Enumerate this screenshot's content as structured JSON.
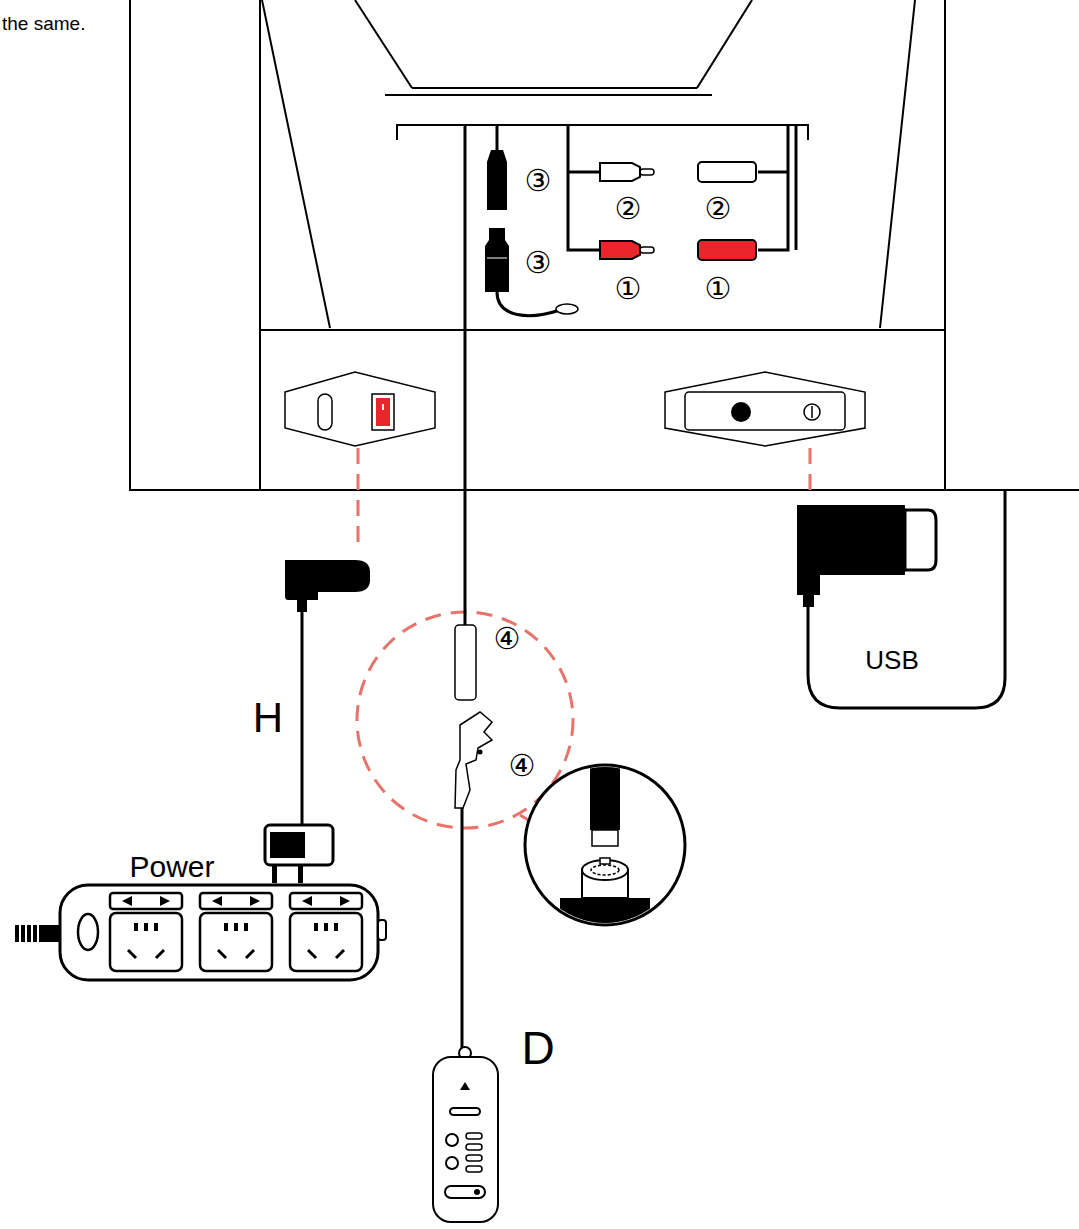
{
  "diagram": {
    "labels": [
      "the same.",
      "③",
      "②",
      "②",
      "③",
      "①",
      "①",
      "④",
      "④",
      "H",
      "Power",
      "USB",
      "D"
    ]
  }
}
